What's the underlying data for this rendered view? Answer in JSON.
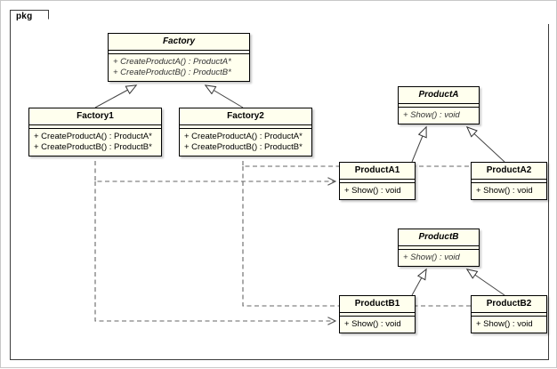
{
  "diagram": {
    "type": "uml-class-diagram",
    "pattern": "Abstract Factory",
    "package": {
      "label": "pkg"
    },
    "colors": {
      "class_fill": "#ffffee",
      "class_border": "#000000",
      "frame_border": "#3c3c3c",
      "relation_line": "#555555",
      "canvas": "#ffffff"
    },
    "classes": [
      {
        "id": "Factory",
        "name": "Factory",
        "abstract": true,
        "operations": [
          "+ CreateProductA() : ProductA*",
          "+ CreateProductB() : ProductB*"
        ]
      },
      {
        "id": "Factory1",
        "name": "Factory1",
        "abstract": false,
        "operations": [
          "+ CreateProductA() : ProductA*",
          "+ CreateProductB() : ProductB*"
        ]
      },
      {
        "id": "Factory2",
        "name": "Factory2",
        "abstract": false,
        "operations": [
          "+ CreateProductA() : ProductA*",
          "+ CreateProductB() : ProductB*"
        ]
      },
      {
        "id": "ProductA",
        "name": "ProductA",
        "abstract": true,
        "operations": [
          "+ Show() : void"
        ]
      },
      {
        "id": "ProductA1",
        "name": "ProductA1",
        "abstract": false,
        "operations": [
          "+ Show() : void"
        ]
      },
      {
        "id": "ProductA2",
        "name": "ProductA2",
        "abstract": false,
        "operations": [
          "+ Show() : void"
        ]
      },
      {
        "id": "ProductB",
        "name": "ProductB",
        "abstract": true,
        "operations": [
          "+ Show() : void"
        ]
      },
      {
        "id": "ProductB1",
        "name": "ProductB1",
        "abstract": false,
        "operations": [
          "+ Show() : void"
        ]
      },
      {
        "id": "ProductB2",
        "name": "ProductB2",
        "abstract": false,
        "operations": [
          "+ Show() : void"
        ]
      }
    ],
    "relations": [
      {
        "kind": "generalization",
        "from": "Factory1",
        "to": "Factory"
      },
      {
        "kind": "generalization",
        "from": "Factory2",
        "to": "Factory"
      },
      {
        "kind": "generalization",
        "from": "ProductA1",
        "to": "ProductA"
      },
      {
        "kind": "generalization",
        "from": "ProductA2",
        "to": "ProductA"
      },
      {
        "kind": "generalization",
        "from": "ProductB1",
        "to": "ProductB"
      },
      {
        "kind": "generalization",
        "from": "ProductB2",
        "to": "ProductB"
      },
      {
        "kind": "dependency",
        "from": "Factory1",
        "to": "ProductA1"
      },
      {
        "kind": "dependency",
        "from": "Factory1",
        "to": "ProductB1"
      },
      {
        "kind": "dependency",
        "from": "Factory2",
        "to": "ProductA2"
      },
      {
        "kind": "dependency",
        "from": "Factory2",
        "to": "ProductB2"
      }
    ]
  }
}
